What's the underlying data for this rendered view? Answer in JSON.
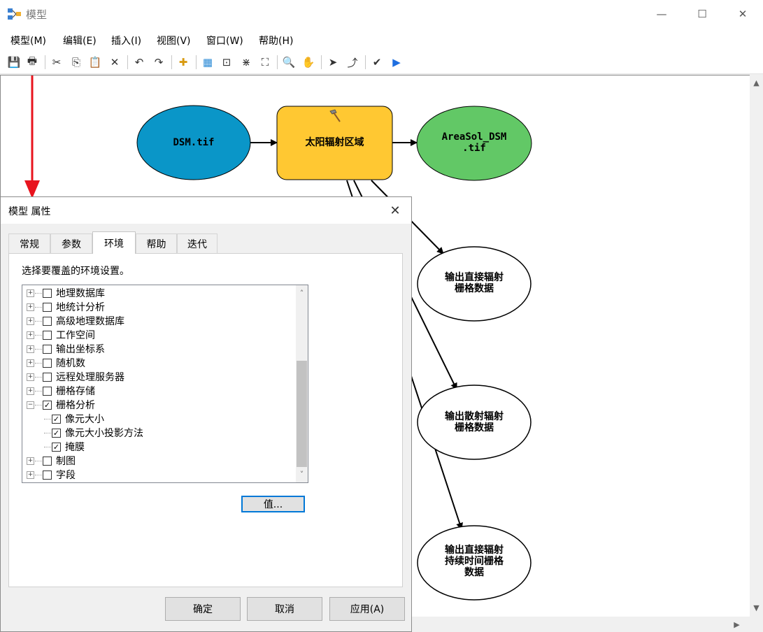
{
  "window": {
    "title": "模型",
    "minimize_glyph": "—",
    "maximize_glyph": "☐",
    "close_glyph": "✕"
  },
  "menu": [
    "模型(M)",
    "编辑(E)",
    "插入(I)",
    "视图(V)",
    "窗口(W)",
    "帮助(H)"
  ],
  "toolbar": [
    {
      "name": "save-icon",
      "glyph": "💾"
    },
    {
      "name": "print-icon",
      "glyph": "🖶"
    },
    {
      "name": "cut-icon",
      "glyph": "✂"
    },
    {
      "name": "copy-icon",
      "glyph": "⎘"
    },
    {
      "name": "paste-icon",
      "glyph": "📋"
    },
    {
      "name": "delete-icon",
      "glyph": "✕"
    },
    {
      "name": "undo-icon",
      "glyph": "↶"
    },
    {
      "name": "redo-icon",
      "glyph": "↷"
    },
    {
      "name": "add-data-icon",
      "glyph": "✚"
    },
    {
      "name": "auto-layout-icon",
      "glyph": "▦"
    },
    {
      "name": "full-extent-icon",
      "glyph": "⊡"
    },
    {
      "name": "fixed-zoom-in-icon",
      "glyph": "⋇"
    },
    {
      "name": "fixed-zoom-out-icon",
      "glyph": "⛶"
    },
    {
      "name": "zoom-in-icon",
      "glyph": "🔍"
    },
    {
      "name": "pan-icon",
      "glyph": "✋"
    },
    {
      "name": "select-icon",
      "glyph": "➤"
    },
    {
      "name": "add-connection-icon",
      "glyph": "⤴"
    },
    {
      "name": "validate-icon",
      "glyph": "✔"
    },
    {
      "name": "run-icon",
      "glyph": "▶"
    }
  ],
  "model": {
    "input_label": "DSM.tif",
    "tool_label": "太阳辐射区域",
    "output_label_1": "AreaSol_DSM",
    "output_label_2": ".tif",
    "out_direct_1": "输出直接辐射",
    "out_direct_2": "栅格数据",
    "out_diffuse_1": "输出散射辐射",
    "out_diffuse_2": "栅格数据",
    "out_duration_1": "输出直接辐射",
    "out_duration_2": "持续时间栅格",
    "out_duration_3": "数据",
    "colors": {
      "input": "#0a96c8",
      "tool": "#ffc832",
      "output": "#62c866",
      "derived": "#ffffff",
      "annotation_arrow": "#e8141e"
    }
  },
  "dialog": {
    "title": "模型 属性",
    "close_glyph": "✕",
    "tabs": [
      "常规",
      "参数",
      "环境",
      "帮助",
      "迭代"
    ],
    "active_tab": "环境",
    "instructions": "选择要覆盖的环境设置。",
    "tree": [
      {
        "label": "地理数据库",
        "checked": false,
        "level": 0,
        "expander": "+"
      },
      {
        "label": "地统计分析",
        "checked": false,
        "level": 0,
        "expander": "+"
      },
      {
        "label": "高级地理数据库",
        "checked": false,
        "level": 0,
        "expander": "+"
      },
      {
        "label": "工作空间",
        "checked": false,
        "level": 0,
        "expander": "+"
      },
      {
        "label": "输出坐标系",
        "checked": false,
        "level": 0,
        "expander": "+"
      },
      {
        "label": "随机数",
        "checked": false,
        "level": 0,
        "expander": "+"
      },
      {
        "label": "远程处理服务器",
        "checked": false,
        "level": 0,
        "expander": "+"
      },
      {
        "label": "栅格存储",
        "checked": false,
        "level": 0,
        "expander": "+"
      },
      {
        "label": "栅格分析",
        "checked": true,
        "level": 0,
        "expander": "−"
      },
      {
        "label": "像元大小",
        "checked": true,
        "level": 1,
        "expander": ""
      },
      {
        "label": "像元大小投影方法",
        "checked": true,
        "level": 1,
        "expander": ""
      },
      {
        "label": "掩膜",
        "checked": true,
        "level": 1,
        "expander": ""
      },
      {
        "label": "制图",
        "checked": false,
        "level": 0,
        "expander": "+"
      },
      {
        "label": "字段",
        "checked": false,
        "level": 0,
        "expander": "+"
      }
    ],
    "value_button": "值...",
    "ok": "确定",
    "cancel": "取消",
    "apply": "应用(A)"
  },
  "scroll": {
    "up": "▲",
    "down": "▼",
    "left": "◀",
    "right": "▶",
    "tree_up": "˄",
    "tree_down": "˅"
  }
}
